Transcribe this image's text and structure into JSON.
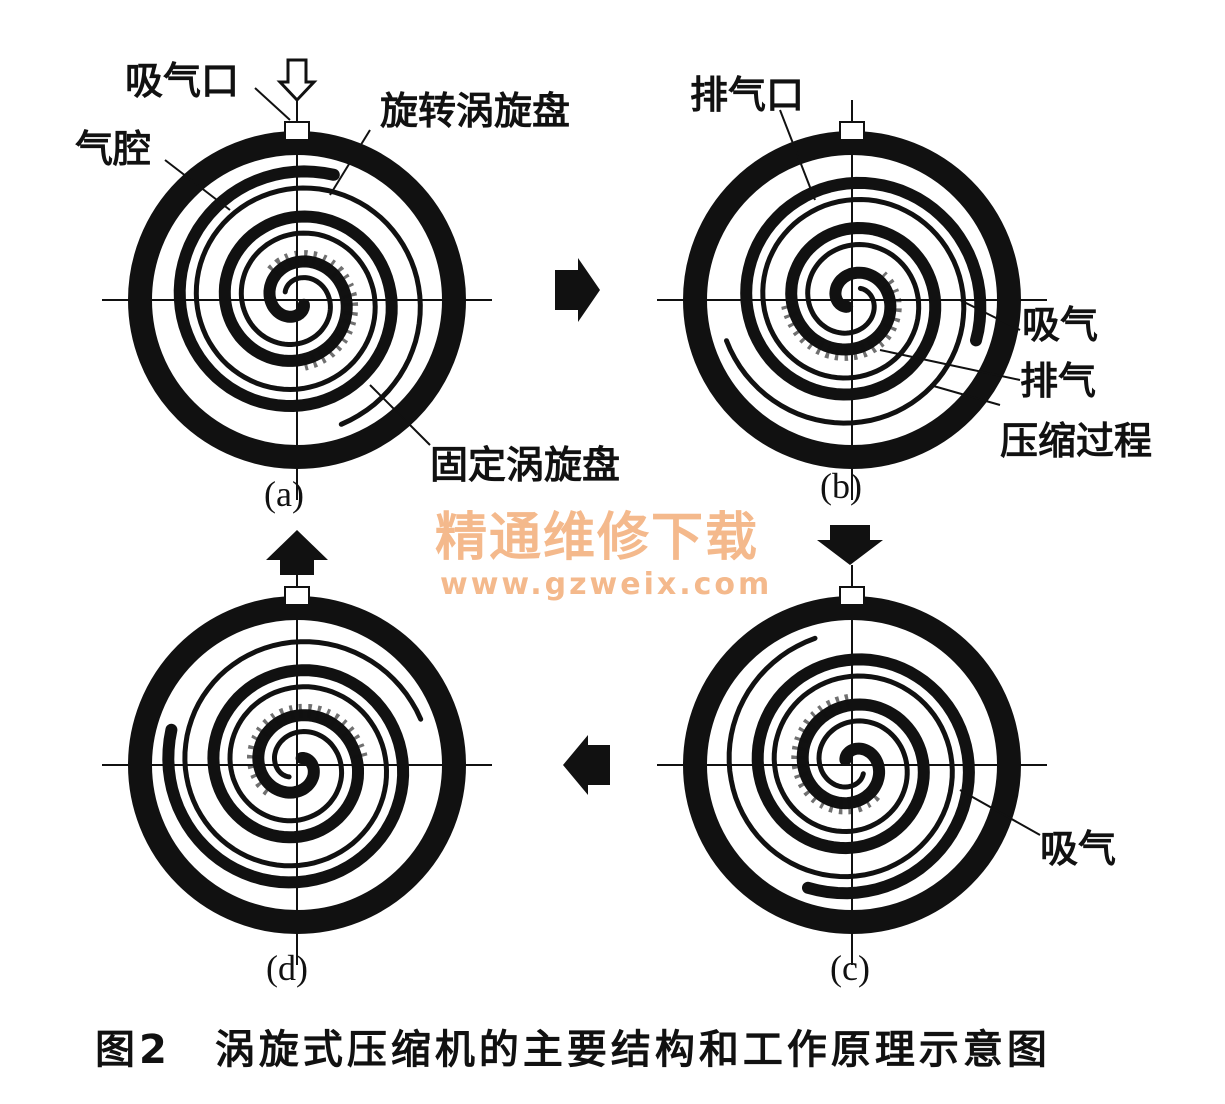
{
  "labels": {
    "suction_port": "吸气口",
    "orbiting_scroll": "旋转涡旋盘",
    "gas_chamber": "气腔",
    "fixed_scroll": "固定涡旋盘",
    "discharge_port": "排气口",
    "suction_b": "吸气",
    "discharge_b": "排气",
    "compression": "压缩过程",
    "suction_c": "吸气"
  },
  "subfigures": {
    "a": "(a)",
    "b": "(b)",
    "c": "(c)",
    "d": "(d)"
  },
  "watermark": {
    "title": "精通维修下载",
    "url": "www.gzweix.com"
  },
  "caption": "图2　涡旋式压缩机的主要结构和工作原理示意图",
  "colors": {
    "ink": "#111111",
    "watermark": "#f4b98c"
  }
}
